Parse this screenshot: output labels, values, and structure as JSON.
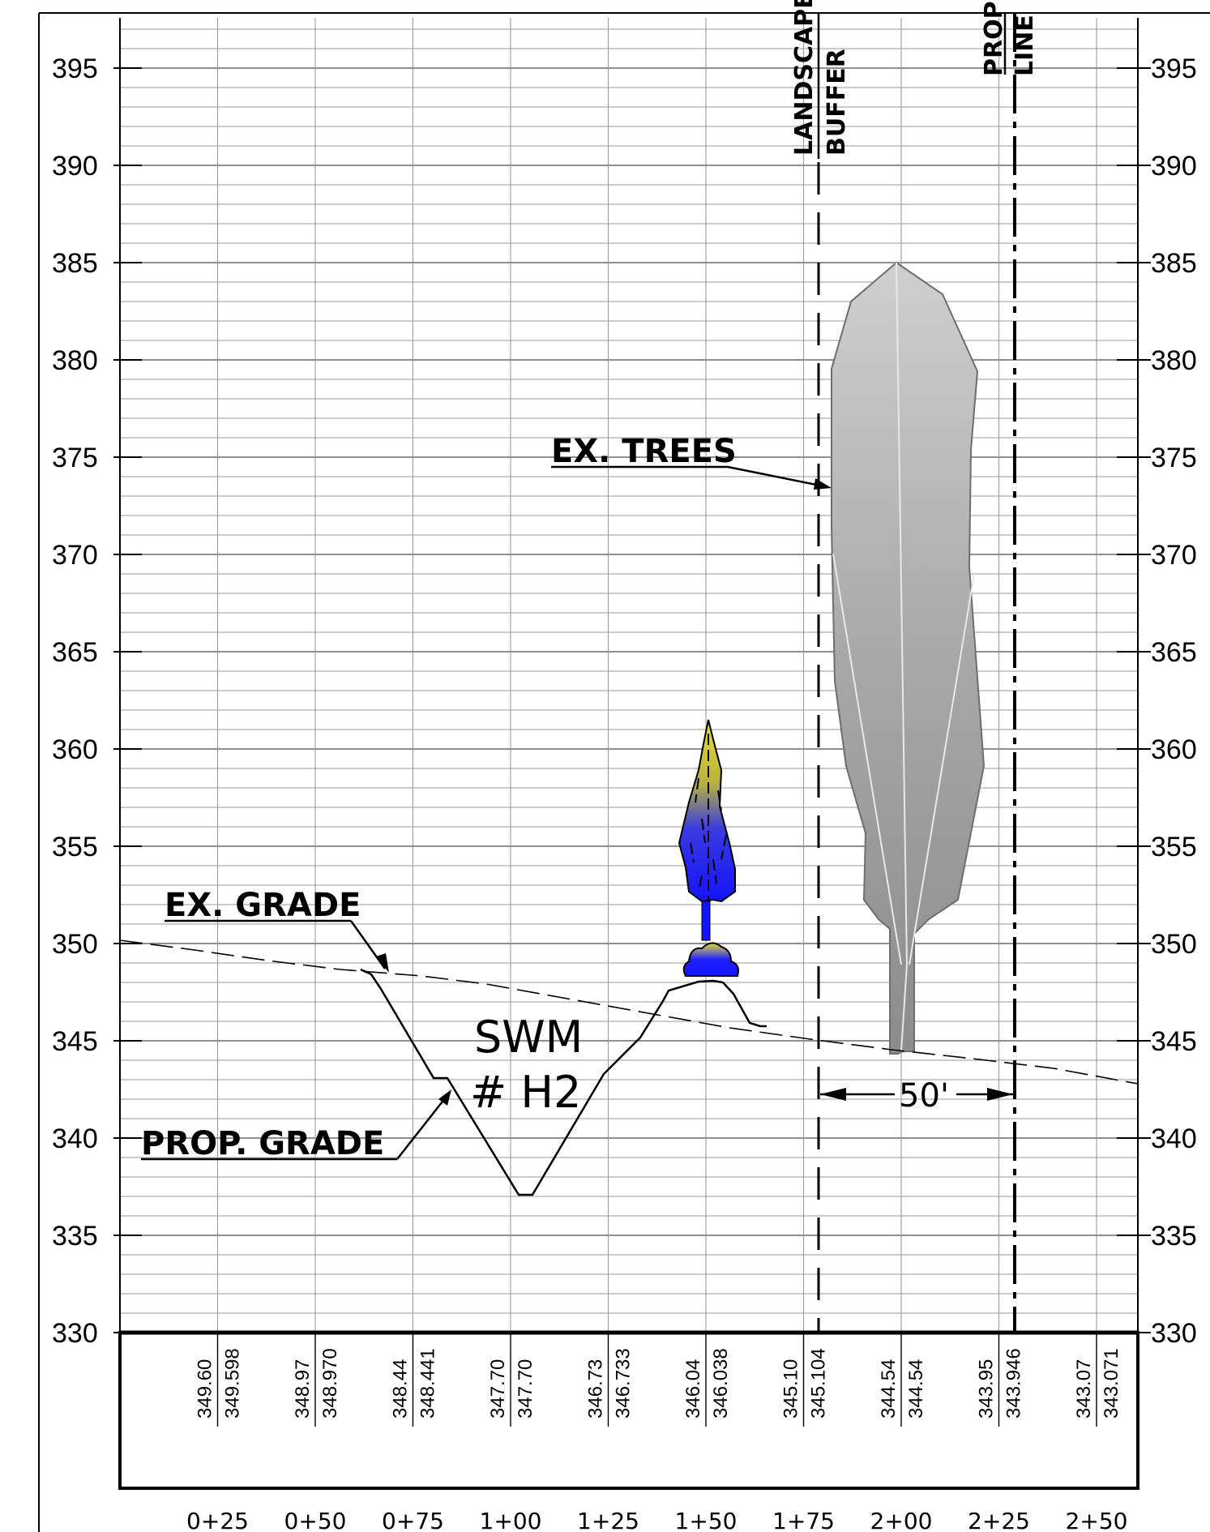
{
  "elevations": [
    "395",
    "390",
    "385",
    "380",
    "375",
    "370",
    "365",
    "360",
    "355",
    "350",
    "345",
    "340",
    "335",
    "330"
  ],
  "stations": [
    "0+25",
    "0+50",
    "0+75",
    "1+00",
    "1+25",
    "1+50",
    "1+75",
    "2+00",
    "2+25",
    "2+50"
  ],
  "existing_grades": [
    "349.60",
    "348.97",
    "348.44",
    "347.70",
    "346.73",
    "346.04",
    "345.10",
    "344.54",
    "343.95",
    "343.07"
  ],
  "proposed_grades": [
    "349.598",
    "348.970",
    "348.441",
    "347.70",
    "346.733",
    "346.038",
    "345.104",
    "344.54",
    "343.946",
    "343.071"
  ],
  "labels": {
    "landscape_buffer_line1": "LANDSCAPE",
    "landscape_buffer_line2": "BUFFER",
    "prop_line_line1": "PROP",
    "prop_line_line2": "LINE",
    "ex_trees": "EX. TREES",
    "ex_grade": "EX. GRADE",
    "prop_grade": "PROP. GRADE",
    "swm_line1": "SWM",
    "swm_line2": "# H2",
    "buffer_dimension": "50'"
  },
  "colors": {
    "linework": "#000000",
    "grid": "#8c8c8c",
    "tree_gray": "#a6a6a6",
    "shrub_blue": "#1a1aff",
    "shrub_yellow": "#e6e033"
  }
}
